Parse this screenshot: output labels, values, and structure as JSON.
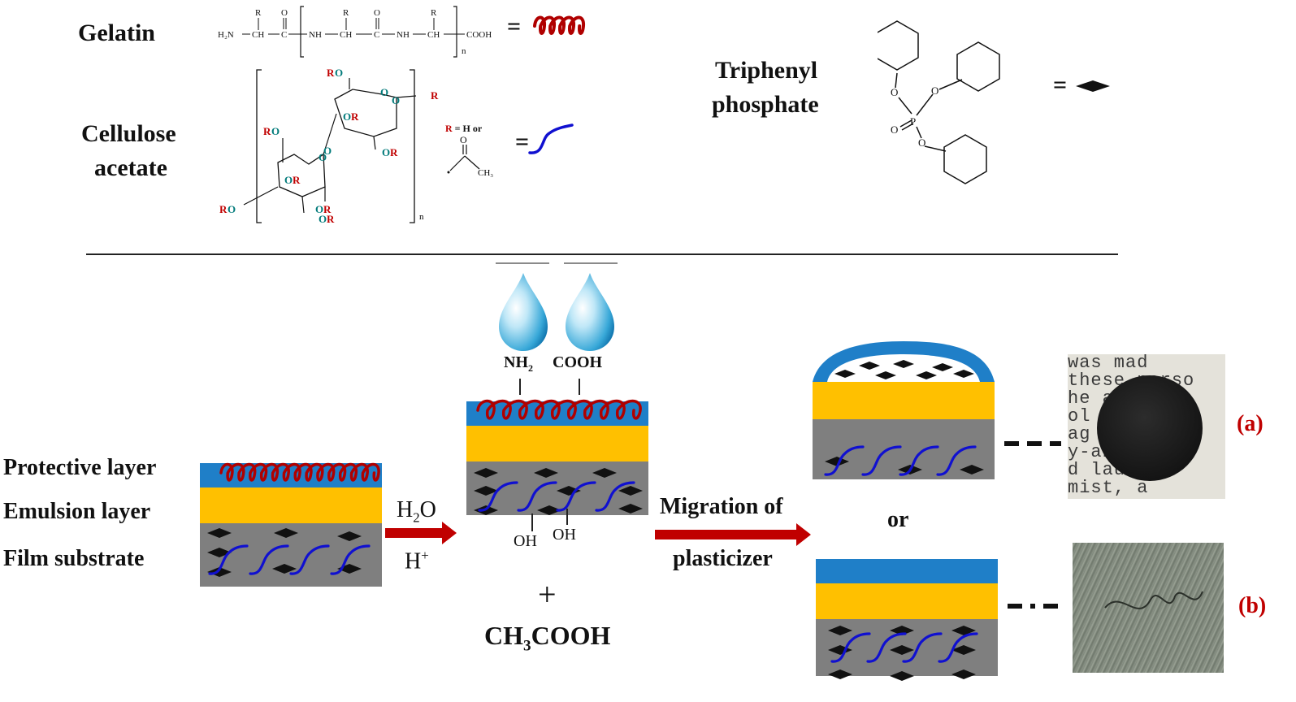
{
  "labels": {
    "gelatin": "Gelatin",
    "cellulose_line1": "Cellulose",
    "cellulose_line2": "acetate",
    "tpp_line1": "Triphenyl",
    "tpp_line2": "phosphate",
    "equals": "=",
    "protective_layer": "Protective layer",
    "emulsion_layer": "Emulsion layer",
    "film_substrate": "Film substrate",
    "h2o": "H2O",
    "h_plus": "H+",
    "nh2": "NH2",
    "cooh": "COOH",
    "oh": "OH",
    "plus": "+",
    "acetic_acid": "CH3COOH",
    "migration_line1": "Migration of",
    "migration_line2": "plasticizer",
    "or": "or",
    "outcome_a": "(a)",
    "outcome_b": "(b)"
  },
  "gelatin_formula": {
    "h2n": "H₂N",
    "ch": "CH",
    "c": "C",
    "nh": "NH",
    "r": "R",
    "o": "O",
    "cooh": "COOH",
    "n": "n"
  },
  "cellulose_formula": {
    "ro": "RO",
    "or": "OR",
    "o": "O",
    "r": "R",
    "n": "n",
    "r_def": "R = H  or",
    "ch3": "CH₃"
  },
  "tpp_formula": {
    "p": "P",
    "o": "O"
  },
  "photo_a_text": [
    "was mad",
    "these perso",
    "he    ac",
    "ol",
    "ag    Am",
    "y-ab   ole",
    "d laubble",
    "mist, a"
  ],
  "colors": {
    "gelatin_red": "#b00000",
    "cellulose_blue": "#1010d0",
    "protective_blue": "#1f7fc8",
    "emulsion_yellow": "#ffc000",
    "substrate_gray": "#7f7f7f",
    "arrow_red": "#c00000",
    "heteroatom_teal": "#007a7a",
    "label_red": "#c00000"
  },
  "icons": [
    "water-drop-icon",
    "gelatin-coil-icon",
    "cellulose-chain-icon",
    "tpp-diamond-icon",
    "reaction-arrow-icon"
  ]
}
